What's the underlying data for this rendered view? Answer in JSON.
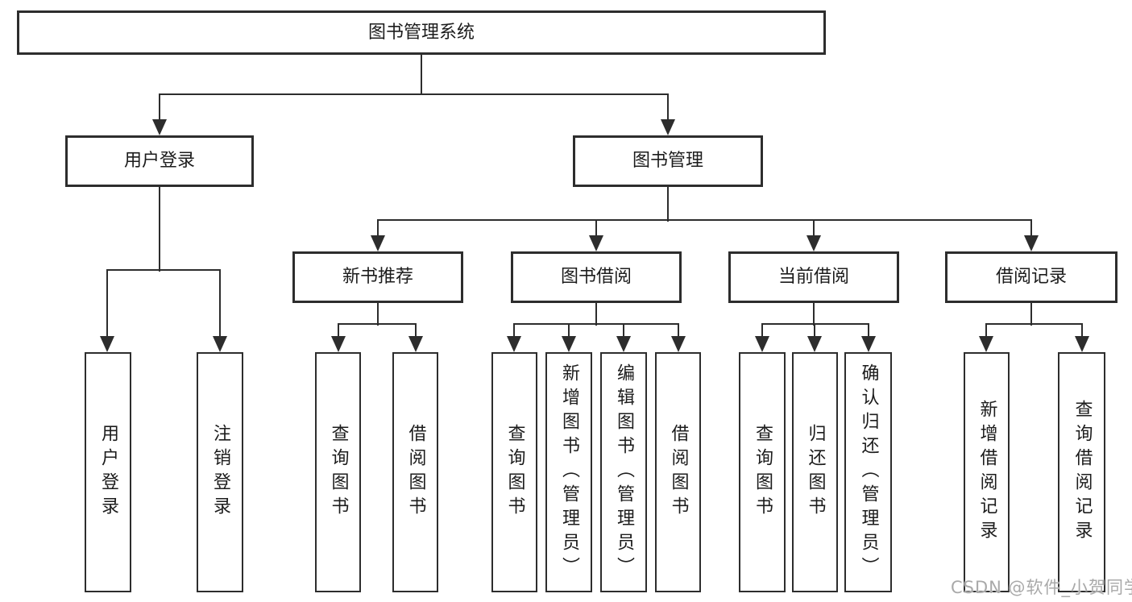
{
  "tree": {
    "label": "图书管理系统",
    "children": [
      {
        "label": "用户登录",
        "children": [
          {
            "label": "用户登录"
          },
          {
            "label": "注销登录"
          }
        ]
      },
      {
        "label": "图书管理",
        "children": [
          {
            "label": "新书推荐",
            "children": [
              {
                "label": "查询图书"
              },
              {
                "label": "借阅图书"
              }
            ]
          },
          {
            "label": "图书借阅",
            "children": [
              {
                "label": "查询图书"
              },
              {
                "label": "新增图书（管理员）"
              },
              {
                "label": "编辑图书（管理员）"
              },
              {
                "label": "借阅图书"
              }
            ]
          },
          {
            "label": "当前借阅",
            "children": [
              {
                "label": "查询图书"
              },
              {
                "label": "归还图书"
              },
              {
                "label": "确认归还（管理员）"
              }
            ]
          },
          {
            "label": "借阅记录",
            "children": [
              {
                "label": "新增借阅记录"
              },
              {
                "label": "查询借阅记录"
              }
            ]
          }
        ]
      }
    ]
  },
  "watermark": {
    "text": "CSDN @软件_小贺同学"
  },
  "colors": {
    "line": "#2d2d2d",
    "text": "#1c1c1c",
    "watermark": "#a9a9a9",
    "background": "#ffffff"
  }
}
